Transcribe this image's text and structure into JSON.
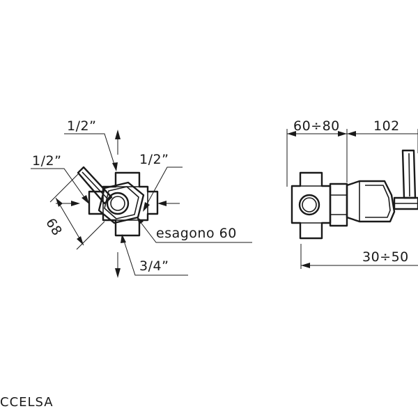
{
  "left_view": {
    "label_top": "1/2”",
    "label_left": "1/2”",
    "label_right": "1/2”",
    "label_bottom": "3/4”",
    "label_hexagon": "esagono  60",
    "dim_diagonal": "68"
  },
  "right_view": {
    "dim_left_top": "60÷80",
    "dim_right_top": "102",
    "dim_bottom": "30÷50"
  },
  "model_name": "CCELSA"
}
